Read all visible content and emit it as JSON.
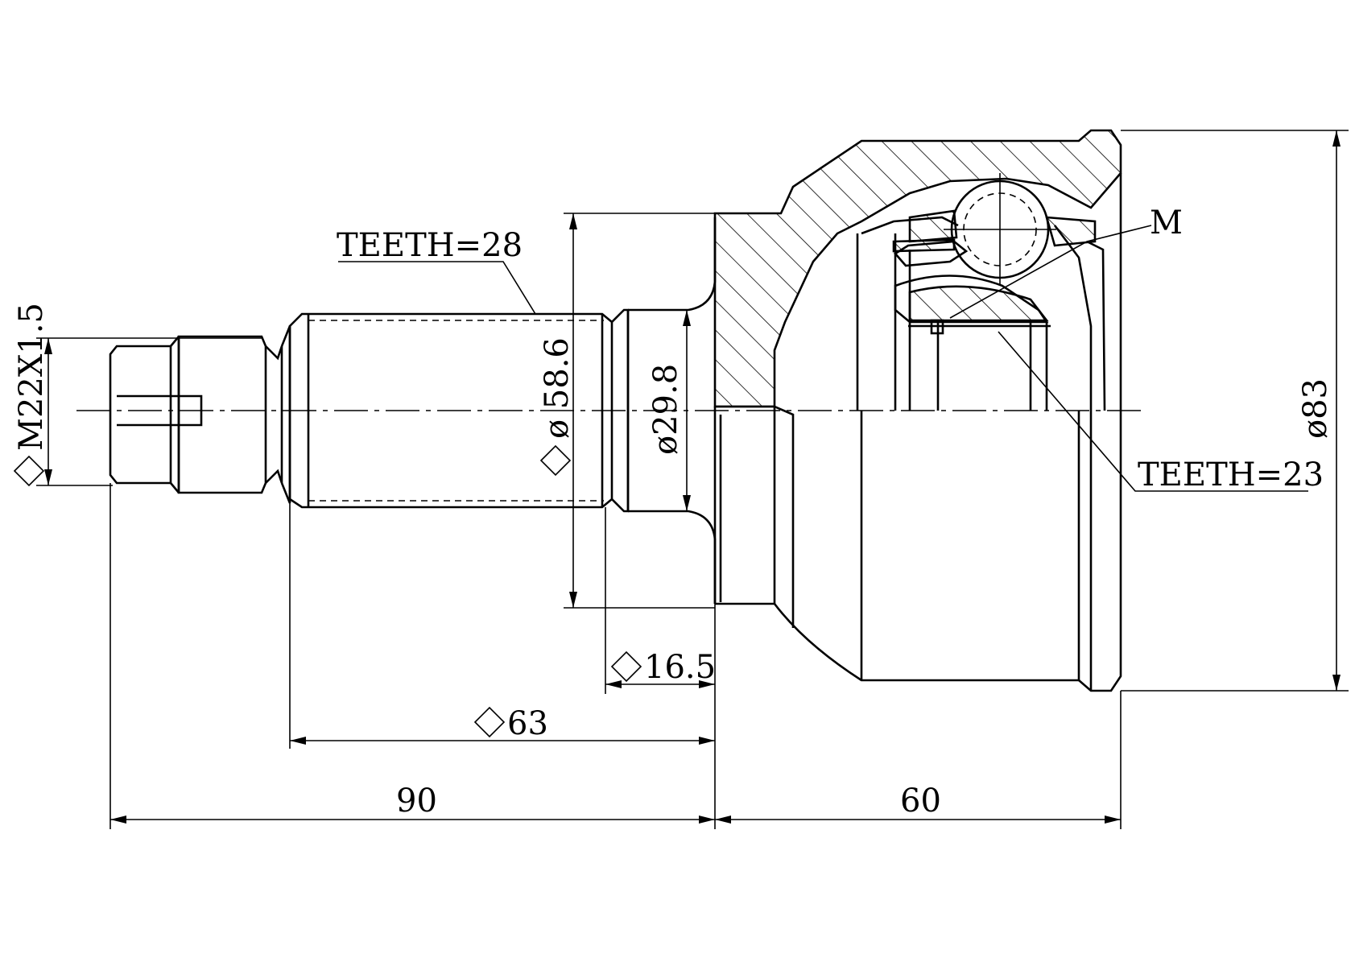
{
  "drawing": {
    "labels": {
      "teeth_outer": "TEETH=28",
      "teeth_inner": "TEETH=23",
      "m_marker": "M",
      "thread": "M22X1.5",
      "dia_seal": "ø 58.6",
      "dia_stem": "ø29.8",
      "dia_body": "ø83",
      "len_shoulder": "16.5",
      "len_spline": "63",
      "len_shaft": "90",
      "len_body": "60"
    },
    "colors": {
      "ink": "#000000",
      "paper": "#ffffff"
    },
    "icons": {
      "thread_prefix": "diamond-icon",
      "seal_prefix": "diamond-icon",
      "shoulder_prefix": "diamond-icon",
      "spline_prefix": "diamond-icon"
    }
  }
}
